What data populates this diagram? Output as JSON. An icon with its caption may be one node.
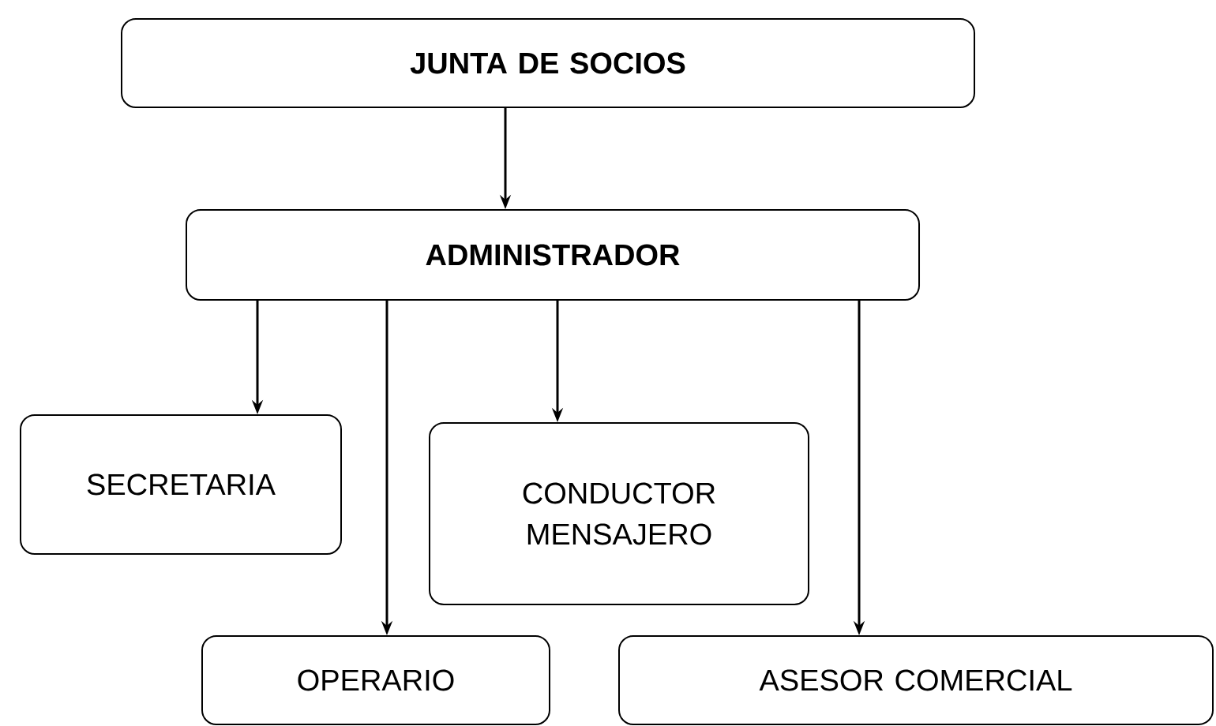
{
  "diagram": {
    "nodes": [
      {
        "text": [
          "JUNTA DE SOCIOS"
        ]
      },
      {
        "text": [
          "ADMINISTRADOR"
        ]
      },
      {
        "text": [
          "SECRETARIA"
        ]
      },
      {
        "text": [
          "CONDUCTOR MENSAJERO"
        ]
      },
      {
        "text": [
          "OPERARIO"
        ]
      },
      {
        "text": [
          "ASESOR COMERCIAL"
        ]
      }
    ],
    "edges": [
      {
        "from": 0,
        "to": 1,
        "arrow": "to"
      },
      {
        "from": 1,
        "to": 2,
        "arrow": "to"
      },
      {
        "from": 1,
        "to": 4,
        "arrow": "to"
      },
      {
        "from": 1,
        "to": 3,
        "arrow": "to"
      },
      {
        "from": 1,
        "to": 5,
        "arrow": "to"
      }
    ]
  }
}
